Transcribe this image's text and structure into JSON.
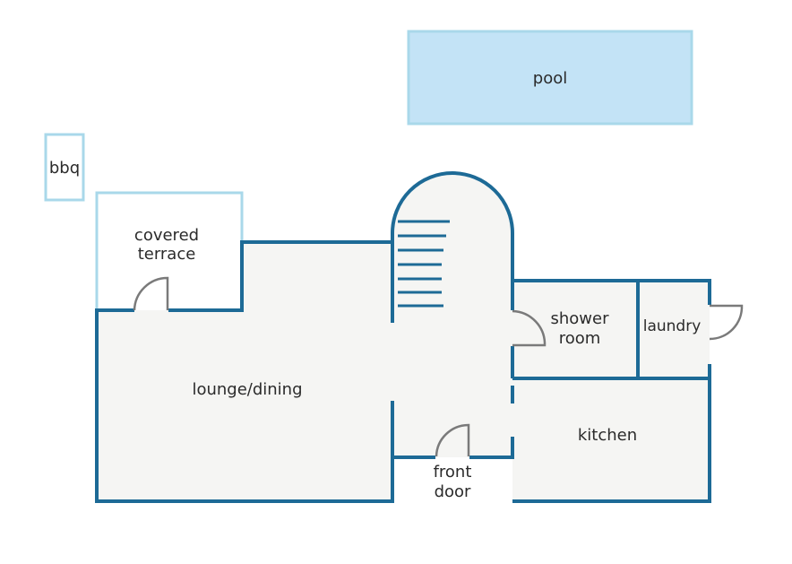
{
  "colors": {
    "wall": "#1d6a96",
    "light_wall": "#a9d8ea",
    "floor": "#f5f5f3",
    "pool_fill": "#c3e3f6",
    "pool_border": "#a9d8ea",
    "door": "#7a7a7a",
    "text": "#2b2b2b"
  },
  "labels": {
    "pool": "pool",
    "bbq": "bbq",
    "covered_terrace_1": "covered",
    "covered_terrace_2": "terrace",
    "lounge_dining": "lounge/dining",
    "shower_room_1": "shower",
    "shower_room_2": "room",
    "laundry": "laundry",
    "kitchen": "kitchen",
    "front_door_1": "front",
    "front_door_2": "door"
  },
  "icons": {
    "stairs": "staircase-steps",
    "door": "door-swing-arc"
  }
}
